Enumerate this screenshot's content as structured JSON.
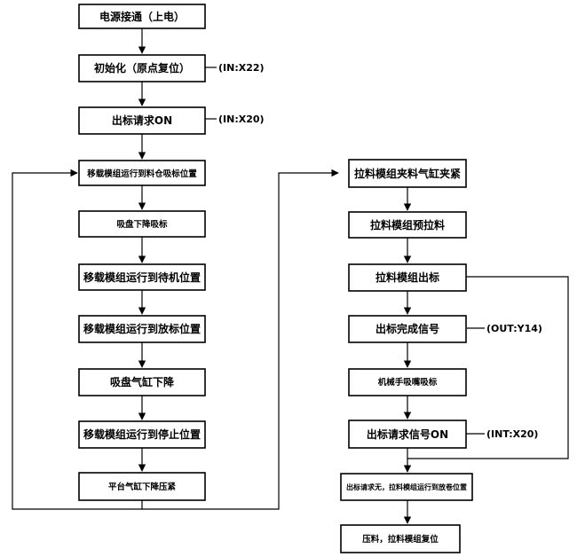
{
  "diagram": {
    "nodes": [
      {
        "id": "power-on",
        "label": "电源接通（上电）"
      },
      {
        "id": "initialize",
        "label": "初始化（原点复位）"
      },
      {
        "id": "label-request-on",
        "label": "出标请求ON"
      },
      {
        "id": "transfer-to-suck-position",
        "label": "移载模组运行到料仓吸标位置"
      },
      {
        "id": "suction-lower-suck-label",
        "label": "吸盘下降吸标"
      },
      {
        "id": "transfer-to-standby",
        "label": "移载模组运行到待机位置"
      },
      {
        "id": "transfer-to-place-position",
        "label": "移载模组运行到放标位置"
      },
      {
        "id": "suction-cylinder-lower",
        "label": "吸盘气缸下降"
      },
      {
        "id": "transfer-to-stop-position",
        "label": "移载模组运行到停止位置"
      },
      {
        "id": "platform-cylinder-press",
        "label": "平台气缸下降压紧"
      },
      {
        "id": "pull-module-clamp",
        "label": "拉料模组夹料气缸夹紧"
      },
      {
        "id": "pull-module-prepull",
        "label": "拉料模组预拉料"
      },
      {
        "id": "pull-module-output",
        "label": "拉料模组出标"
      },
      {
        "id": "output-complete-signal",
        "label": "出标完成信号"
      },
      {
        "id": "robot-suck-label",
        "label": "机械手吸嘴吸标"
      },
      {
        "id": "output-request-signal-on",
        "label": "出标请求信号ON"
      },
      {
        "id": "no-request-pull-to-unwind",
        "label": "出标请求无，拉料模组运行到放卷位置"
      },
      {
        "id": "press-reset",
        "label": "压料，拉料模组复位"
      }
    ],
    "annotations": [
      {
        "id": "annot-initialize",
        "text": "(IN:X22)"
      },
      {
        "id": "annot-label-request",
        "text": "(IN:X20)"
      },
      {
        "id": "annot-output-complete",
        "text": "(OUT:Y14)"
      },
      {
        "id": "annot-output-request",
        "text": "(INT:X20)"
      }
    ]
  }
}
